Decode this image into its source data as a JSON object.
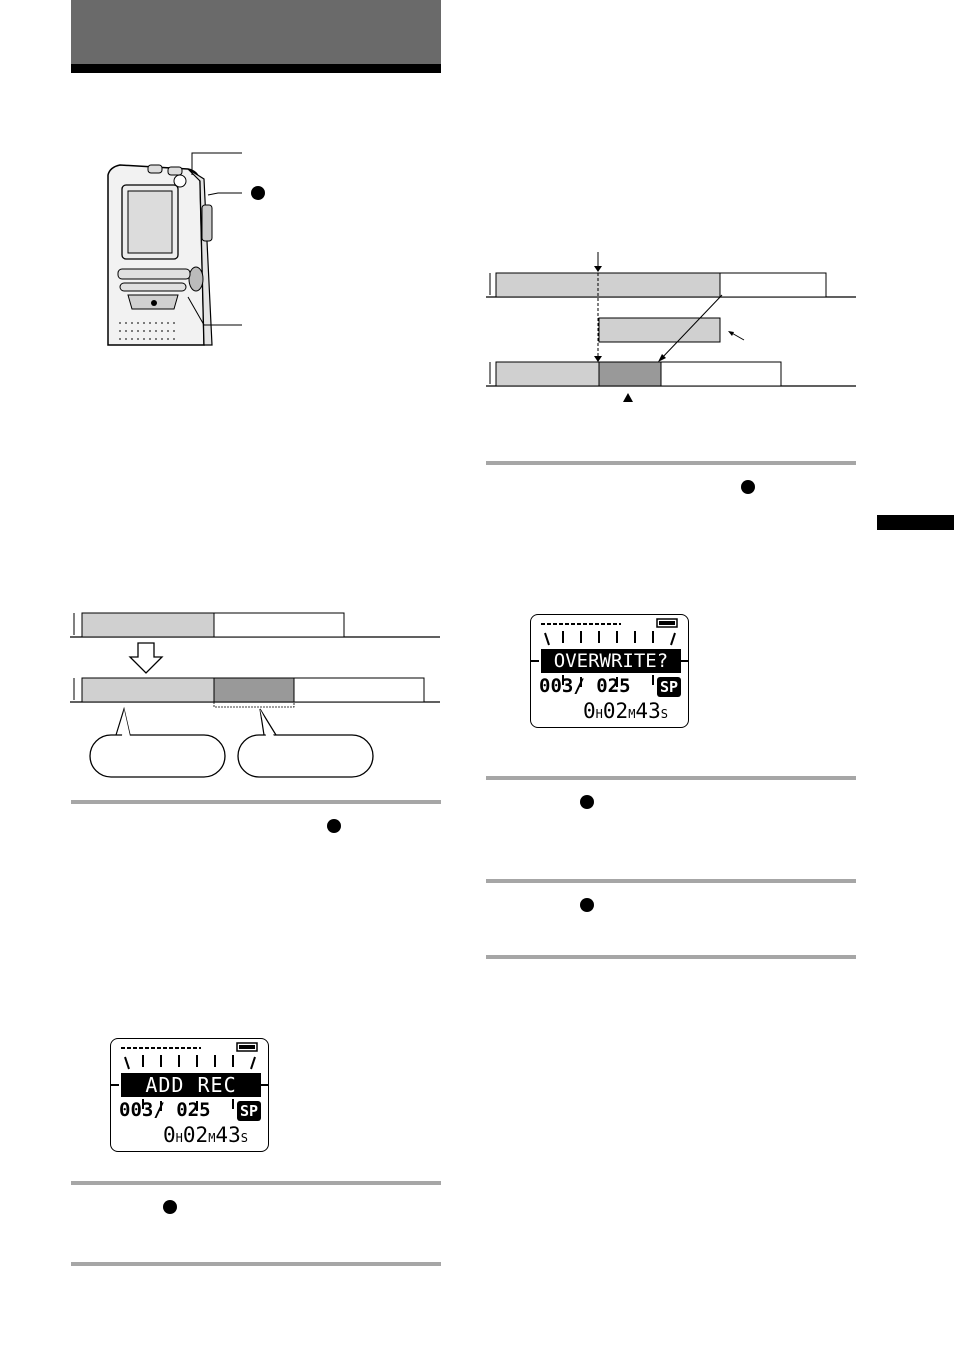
{
  "page": {
    "side_tab_color": "#000000",
    "rule_color": "#a6a6a6",
    "header_band_color": "#6a6a6a"
  },
  "icons": [
    "record-button-dot-icon",
    "down-arrow-icon",
    "position-arrow-icon",
    "battery-icon",
    "sp-mode-badge-icon"
  ],
  "colors": {
    "segment_light": "#d0d0d0",
    "segment_dark": "#999999",
    "lcd_bar": "#000000"
  },
  "lcd_add_rec": {
    "message": "ADD REC",
    "counter": "003/ 025",
    "mode": "SP",
    "time_h": "0",
    "time_m": "02",
    "time_s": "43",
    "unit_h": "H",
    "unit_m": "M",
    "unit_s": "S"
  },
  "lcd_overwrite": {
    "message": "OVERWRITE?",
    "counter": "003/ 025",
    "mode": "SP",
    "time_h": "0",
    "time_m": "02",
    "time_s": "43",
    "unit_h": "H",
    "unit_m": "M",
    "unit_s": "S"
  }
}
